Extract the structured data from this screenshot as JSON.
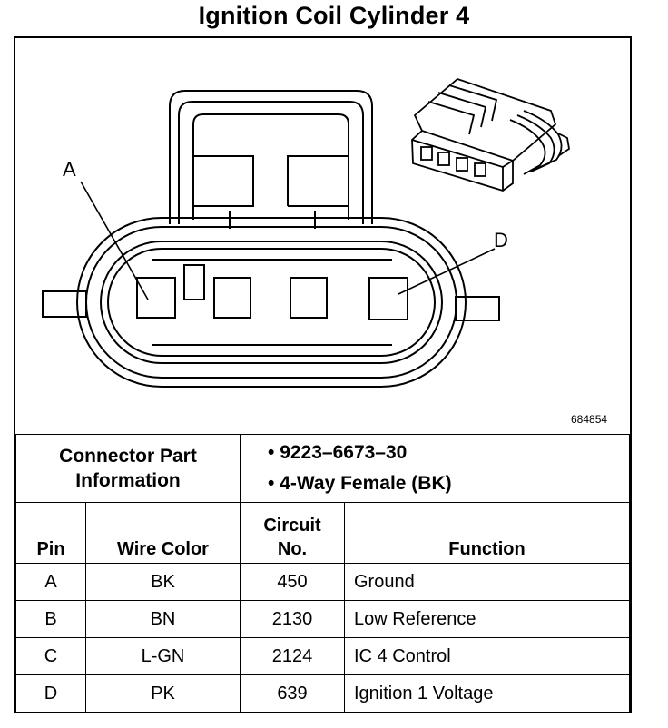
{
  "title": "Ignition Coil Cylinder 4",
  "diagram": {
    "figure_number": "684854",
    "callouts": [
      "A",
      "D"
    ]
  },
  "connector": {
    "label_line1": "Connector Part",
    "label_line2": "Information",
    "details": [
      "9223–6673–30",
      "4-Way Female (BK)"
    ]
  },
  "table": {
    "headers": {
      "pin": "Pin",
      "wire_color": "Wire Color",
      "circuit_line1": "Circuit",
      "circuit_line2": "No.",
      "function": "Function"
    },
    "rows": [
      {
        "pin": "A",
        "wire_color": "BK",
        "circuit": "450",
        "function": "Ground"
      },
      {
        "pin": "B",
        "wire_color": "BN",
        "circuit": "2130",
        "function": "Low Reference"
      },
      {
        "pin": "C",
        "wire_color": "L-GN",
        "circuit": "2124",
        "function": "IC 4 Control"
      },
      {
        "pin": "D",
        "wire_color": "PK",
        "circuit": "639",
        "function": "Ignition 1 Voltage"
      }
    ]
  }
}
